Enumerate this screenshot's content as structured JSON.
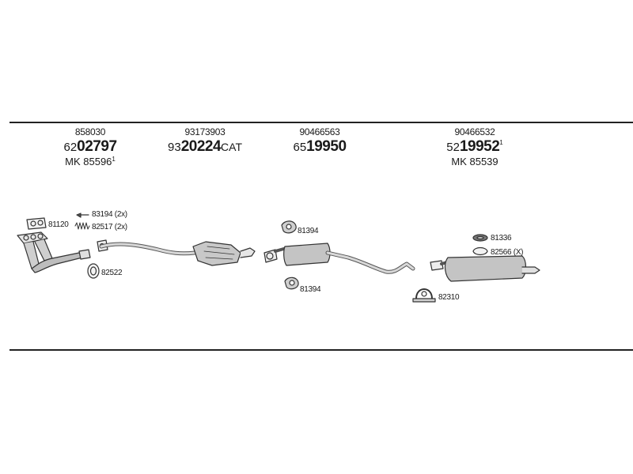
{
  "groups": [
    {
      "code": "858030",
      "prefix": "62",
      "number": "02797",
      "suffix": "",
      "sup": "",
      "mk_label": "MK",
      "mk_number": "85596",
      "mk_sup": "1"
    },
    {
      "code": "93173903",
      "prefix": "93",
      "number": "20224",
      "suffix": "CAT",
      "sup": "",
      "mk_label": "",
      "mk_number": "",
      "mk_sup": ""
    },
    {
      "code": "90466563",
      "prefix": "65",
      "number": "19950",
      "suffix": "",
      "sup": "",
      "mk_label": "",
      "mk_number": "",
      "mk_sup": ""
    },
    {
      "code": "90466532",
      "prefix": "52",
      "number": "19952",
      "suffix": "",
      "sup": "1",
      "mk_label": "MK",
      "mk_number": "85539",
      "mk_sup": ""
    }
  ],
  "parts": {
    "p81120": "81120",
    "p83194": "83194 (2x)",
    "p82517": "82517 (2x)",
    "p82522": "82522",
    "p81394a": "81394",
    "p81394b": "81394",
    "p81336": "81336",
    "p82566": "82566 (X)",
    "p82310": "82310"
  }
}
